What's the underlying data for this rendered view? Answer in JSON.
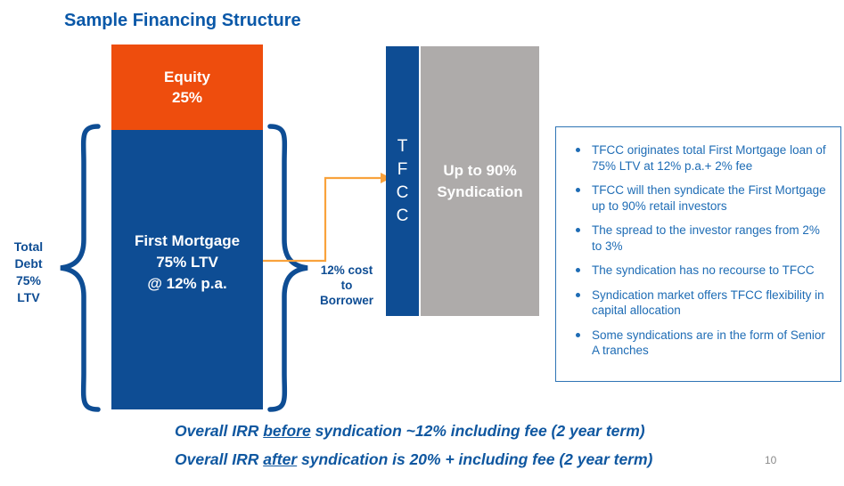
{
  "title": "Sample Financing Structure",
  "page_number": "10",
  "stack": {
    "equity": {
      "line1": "Equity",
      "line2": "25%"
    },
    "first_mortgage": {
      "line1": "First Mortgage",
      "line2": "75% LTV",
      "line3": "@ 12% p.a."
    }
  },
  "labels": {
    "total_debt": {
      "line1": "Total",
      "line2": "Debt",
      "line3": "75%",
      "line4": "LTV"
    },
    "cost_to_borrower": {
      "line1": "12% cost",
      "line2": "to",
      "line3": "Borrower"
    }
  },
  "tfcc": {
    "letters": [
      "T",
      "F",
      "C",
      "C"
    ]
  },
  "syndication_box": {
    "line1": "Up to 90%",
    "line2": "Syndication"
  },
  "bullets": [
    "TFCC originates total First Mortgage loan of 75% LTV at 12% p.a.+ 2% fee",
    "TFCC will then syndicate the First Mortgage up to 90% retail investors",
    "The spread to the investor ranges from 2% to 3%",
    "The syndication has no recourse to TFCC",
    "Syndication market offers TFCC flexibility in capital allocation",
    "Some syndications are in the form of Senior A tranches"
  ],
  "footer": {
    "line1": {
      "pre": "Overall IRR ",
      "underlined": "before",
      "post": " syndication ~12% including fee (2 year term)"
    },
    "line2": {
      "pre": "Overall IRR ",
      "underlined": "after",
      "post": " syndication is 20% + including fee (2 year term)"
    }
  },
  "colors": {
    "title_blue": "#0A58A8",
    "primary_blue": "#0E4D94",
    "equity_orange": "#EE4D0D",
    "arrow_orange": "#F9A23C",
    "syndication_gray": "#AEABAA",
    "bullet_text_blue": "#1E6CB5",
    "panel_border_blue": "#2E74B5"
  }
}
